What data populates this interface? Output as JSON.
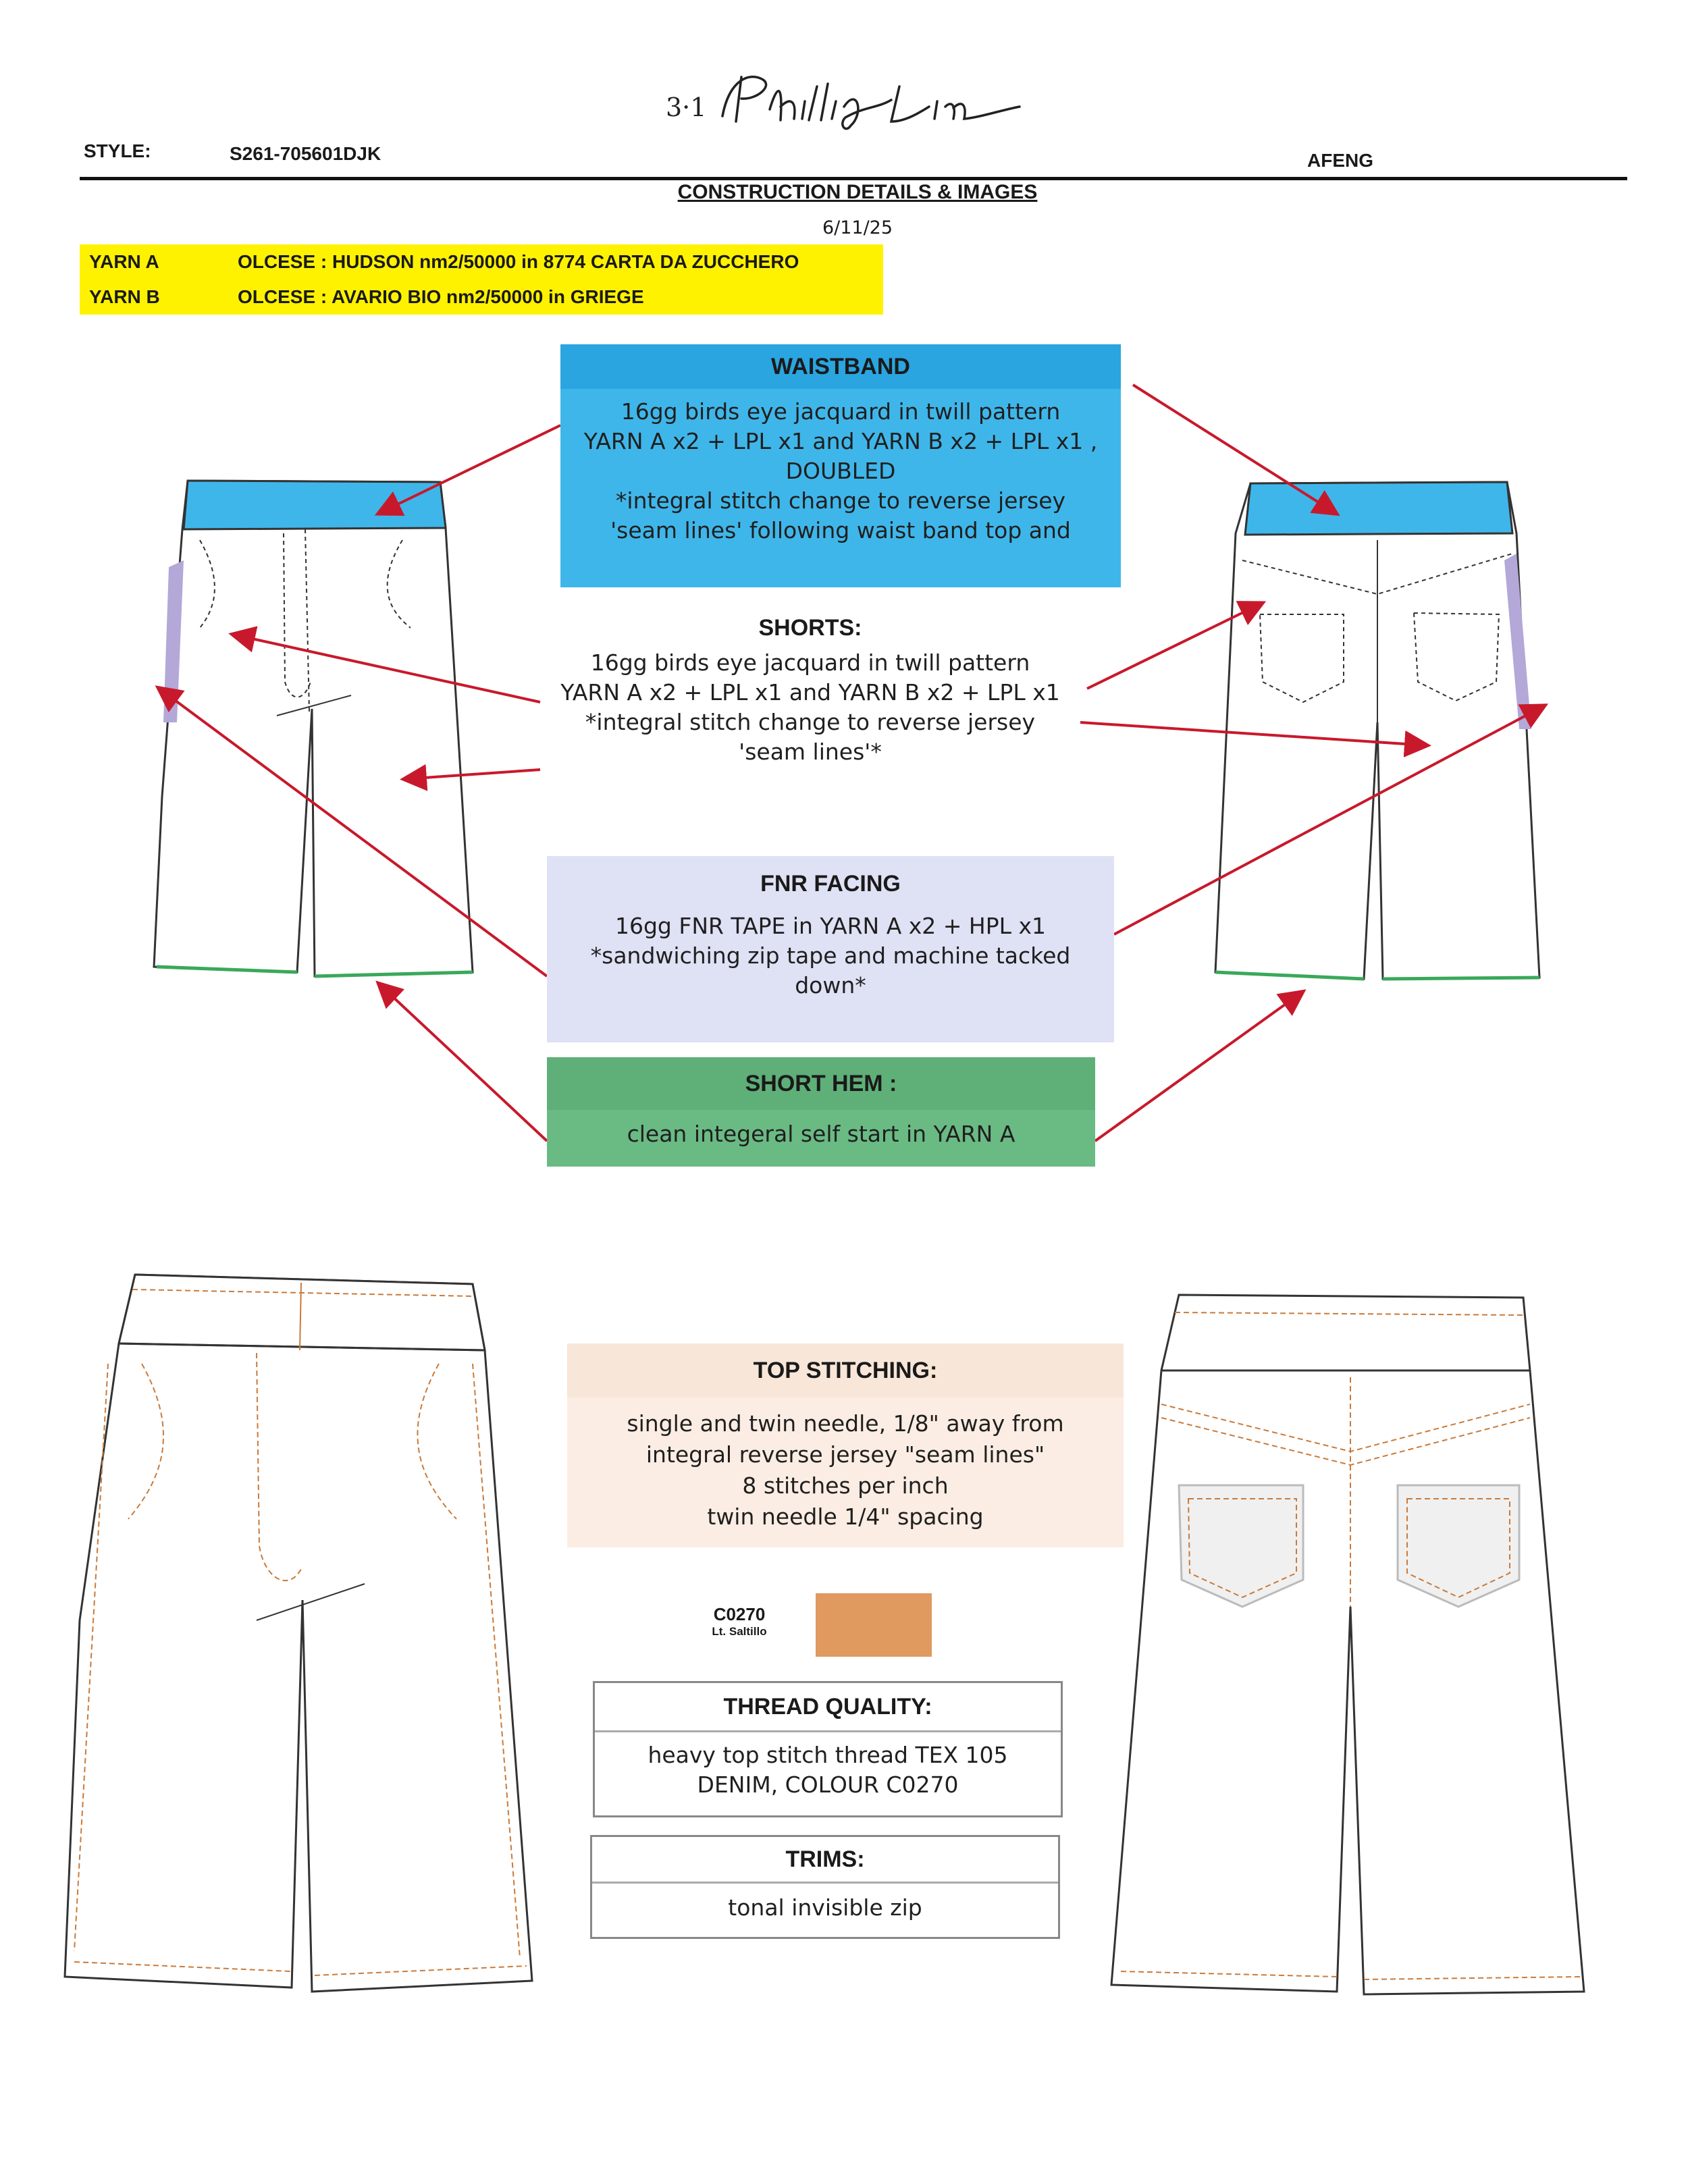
{
  "header": {
    "brand": "3.1 Phillip Lim",
    "style_label": "STYLE:",
    "style_number": "S261-705601DJK",
    "designer": "AFENG",
    "title": "CONSTRUCTION DETAILS & IMAGES",
    "date": "6/11/25"
  },
  "yarns": [
    {
      "key": "YARN A",
      "value": "OLCESE : HUDSON nm2/50000 in 8774 CARTA DA ZUCCHERO"
    },
    {
      "key": "YARN B",
      "value": "OLCESE : AVARIO BIO nm2/50000 in GRIEGE"
    }
  ],
  "callouts": {
    "waistband": {
      "heading": "WAISTBAND",
      "lines": [
        "16gg birds eye jacquard in twill pattern",
        "YARN A x2 + LPL x1 and YARN B x2 + LPL x1 ,",
        "DOUBLED",
        "*integral stitch change to reverse jersey",
        "'seam lines' following waist band top and"
      ],
      "color": "#3fb6ea"
    },
    "shorts": {
      "heading": "SHORTS:",
      "lines": [
        "16gg birds eye jacquard in twill pattern",
        "YARN A x2 + LPL x1 and YARN B x2 + LPL x1",
        "*integral stitch change to reverse jersey",
        "'seam lines'*"
      ]
    },
    "fnr": {
      "heading": "FNR FACING",
      "lines": [
        "16gg FNR TAPE in YARN A x2 + HPL x1",
        "*sandwiching zip tape and machine tacked",
        "down*"
      ],
      "color": "#dfe1f5"
    },
    "hem": {
      "heading": "SHORT HEM :",
      "lines": [
        "clean integeral self start in YARN A"
      ],
      "color": "#6aba84"
    },
    "top_stitching": {
      "heading": "TOP STITCHING:",
      "lines": [
        "single and twin needle, 1/8\" away from",
        "integral reverse jersey \"seam lines\"",
        "8 stitches per inch",
        "twin needle 1/4\" spacing"
      ]
    },
    "swatch": {
      "code": "C0270",
      "name": "Lt. Saltillo",
      "color": "#e0995f"
    },
    "thread_quality": {
      "heading": "THREAD QUALITY:",
      "lines": [
        "heavy top stitch thread TEX 105",
        "DENIM, COLOUR C0270"
      ]
    },
    "trims": {
      "heading": "TRIMS:",
      "lines": [
        "tonal invisible zip"
      ]
    }
  },
  "colors": {
    "arrow": "#c8192c",
    "waistband_fill": "#3fb6ea",
    "facing_fill": "#b3a8d8",
    "hem_line": "#3aa85a",
    "stitch": "#c97a3a"
  }
}
